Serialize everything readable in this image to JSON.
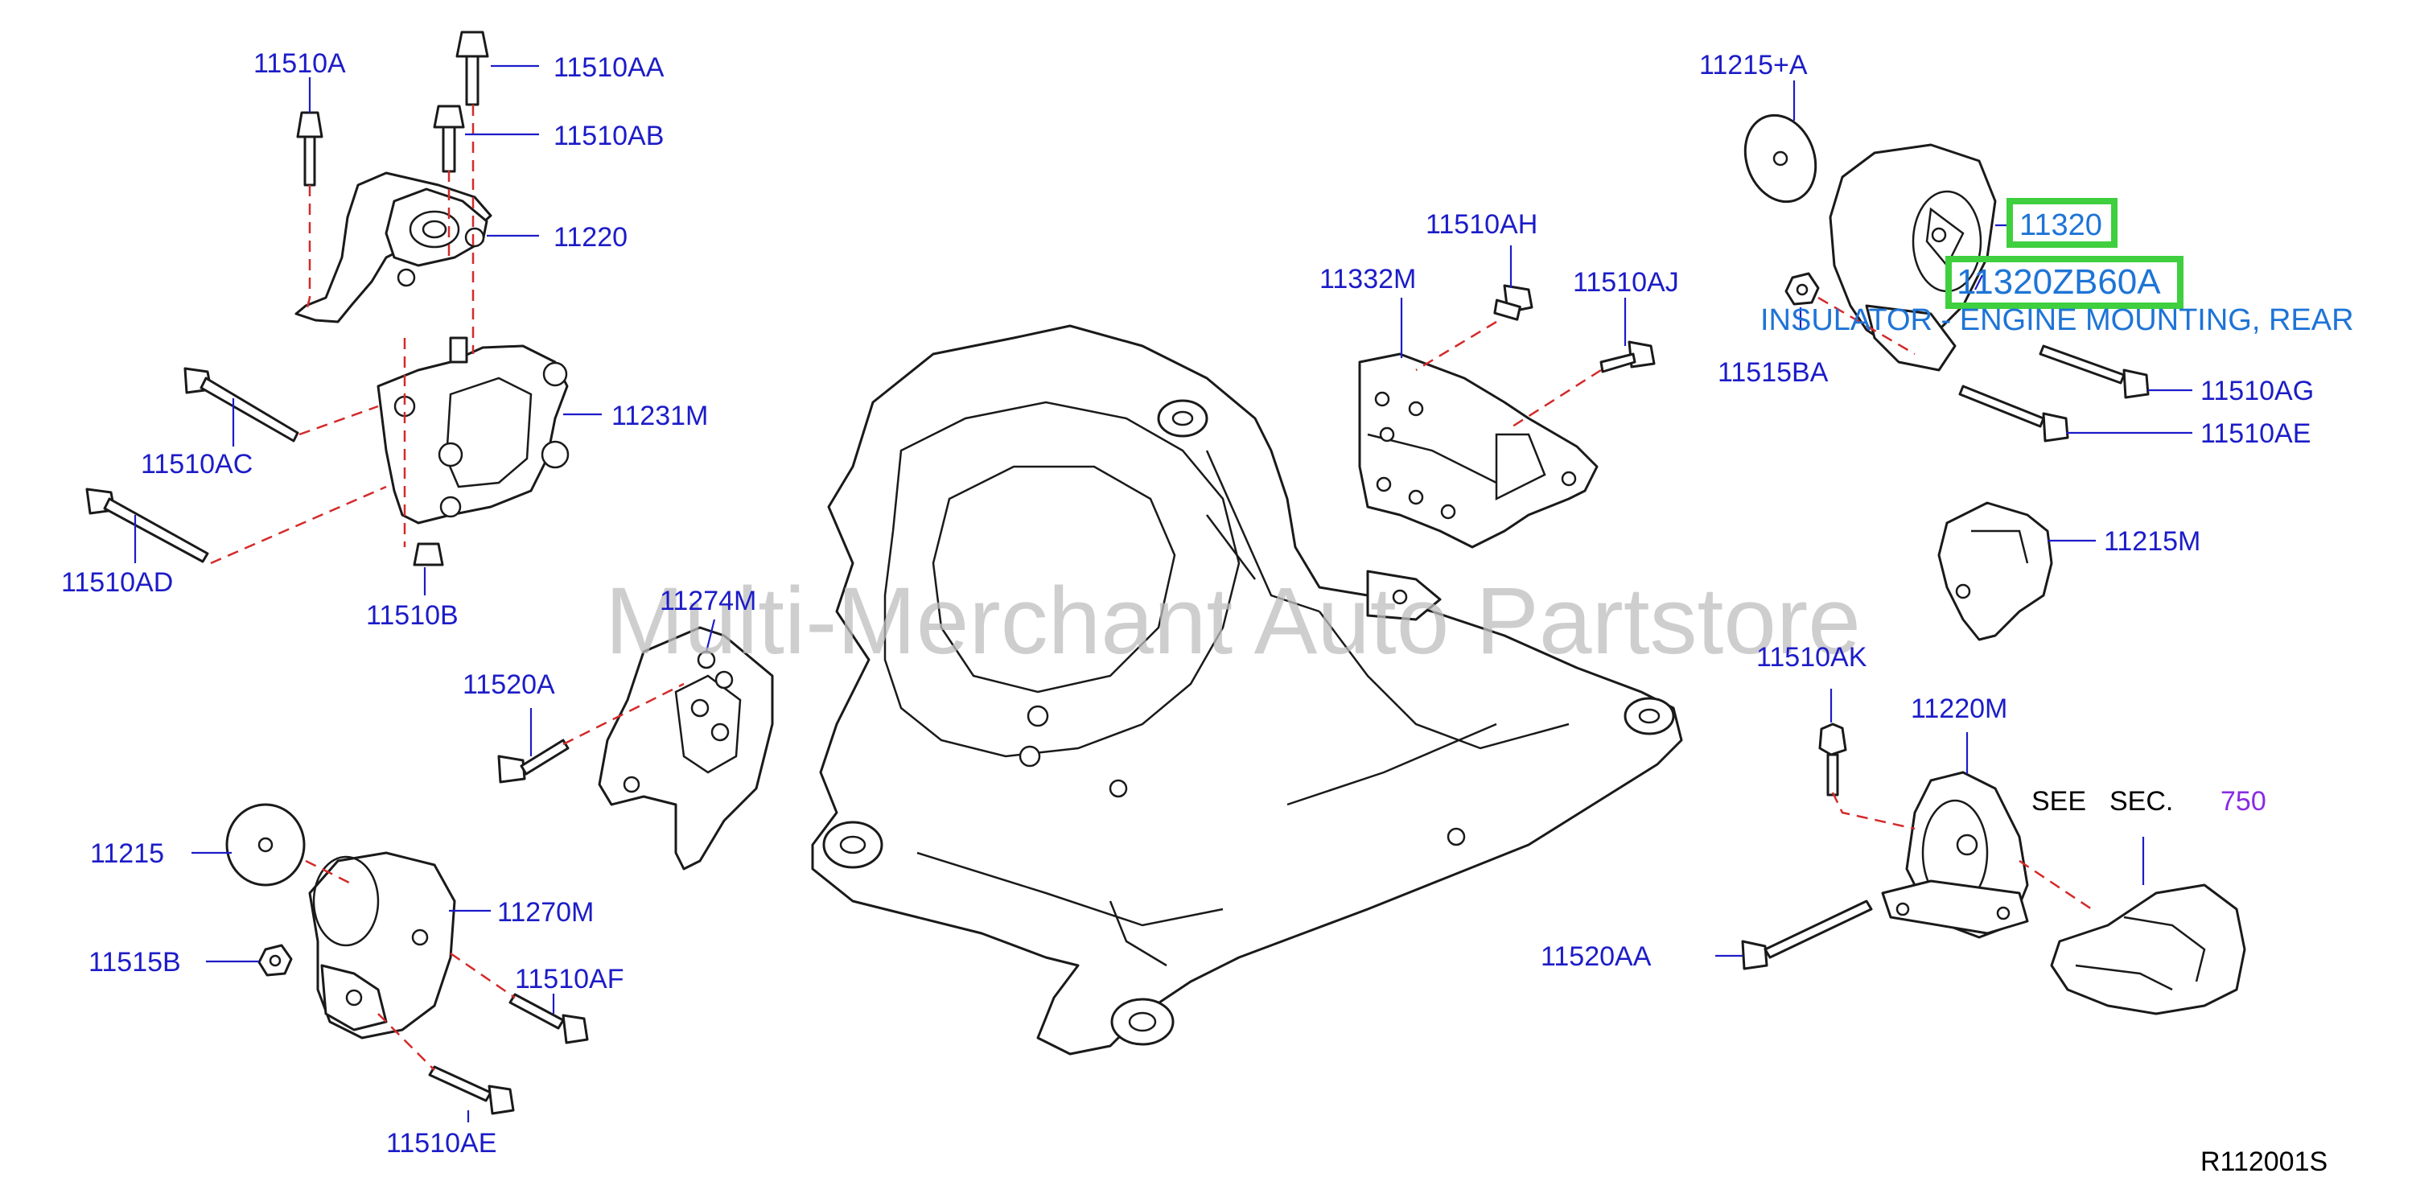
{
  "callouts": {
    "c11510A": "11510A",
    "c11510AA": "11510AA",
    "c11510AB": "11510AB",
    "c11220": "11220",
    "c11231M": "11231M",
    "c11510AC": "11510AC",
    "c11510AD": "11510AD",
    "c11510B": "11510B",
    "c11274M": "11274M",
    "c11520A": "11520A",
    "c11215": "11215",
    "c11270M": "11270M",
    "c11515B": "11515B",
    "c11510AF": "11510AF",
    "c11510AE_left": "11510AE",
    "c11332M": "11332M",
    "c11510AH": "11510AH",
    "c11510AJ": "11510AJ",
    "c11215A": "11215+A",
    "c11320": "11320",
    "c11320ZB60A": "11320ZB60A",
    "c11515BA": "11515BA",
    "c11510AG": "11510AG",
    "c11510AE_right": "11510AE",
    "c11215M": "11215M",
    "c11510AK": "11510AK",
    "c11220M": "11220M",
    "c11520AA": "11520AA"
  },
  "highlight": {
    "part_number": "11320",
    "oem_number": "11320ZB60A",
    "description": "INSULATOR - ENGINE MOUNTING, REAR"
  },
  "see_section": {
    "see": "SEE",
    "sec": "SEC.",
    "number": "750"
  },
  "diagram_code": "R112001S",
  "watermark": "Multi-Merchant Auto Partstore",
  "colors": {
    "callout": "#1c1cc8",
    "highlight_box": "#3fcf3f",
    "highlight_text": "#1e74d6",
    "dashed_guides": "#d42a2a",
    "section_ref": "#8a2be2"
  }
}
